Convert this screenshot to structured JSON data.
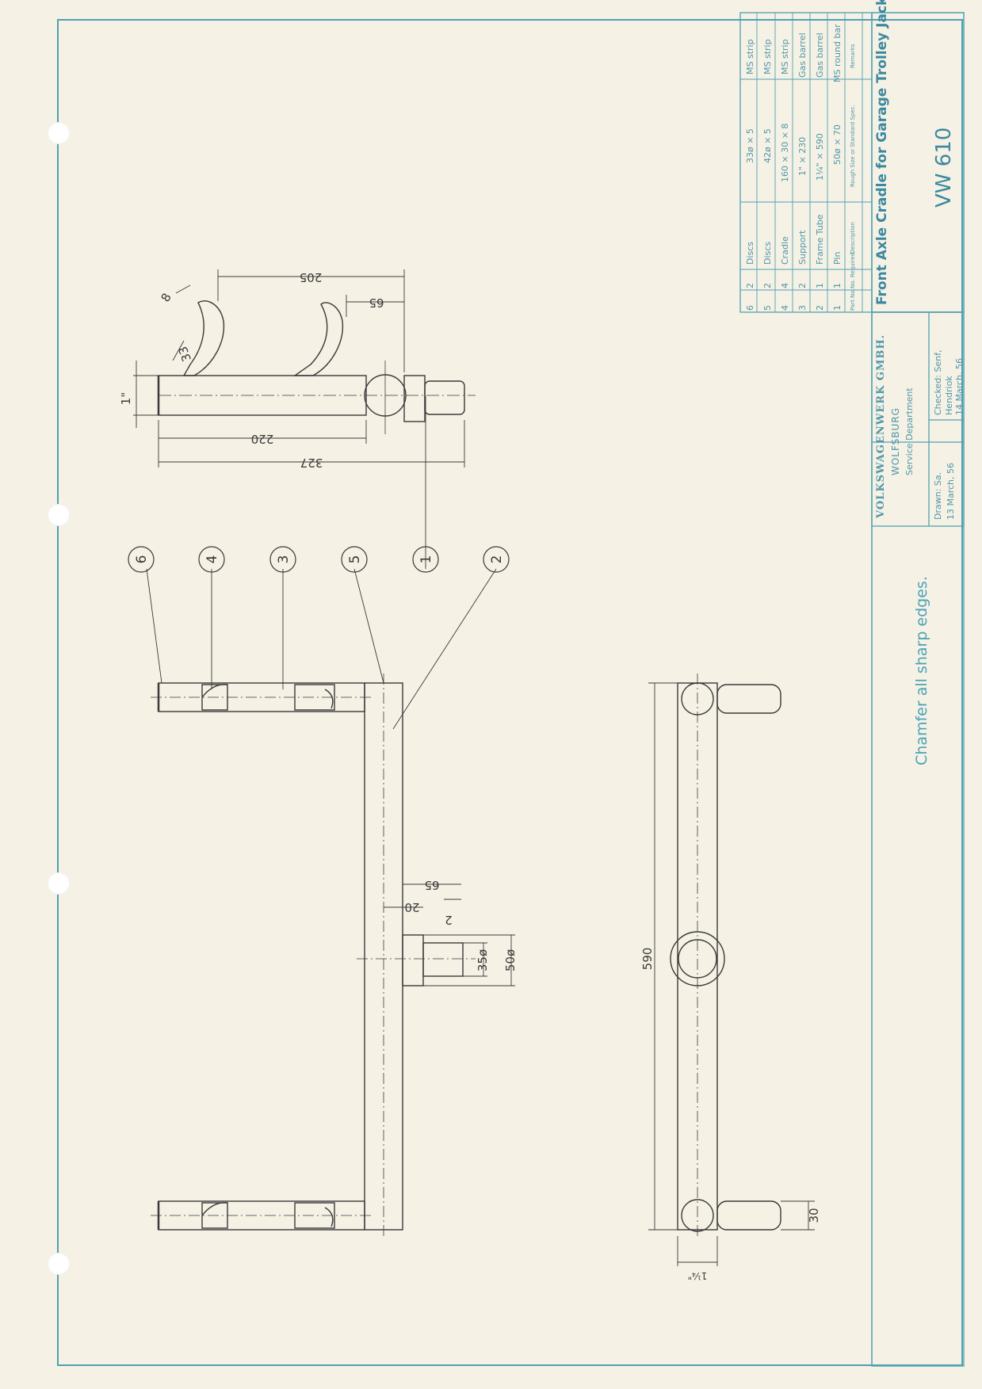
{
  "title_block": {
    "company": "VOLKSWAGENWERK GMBH.",
    "city": "WOLFSBURG",
    "department": "Service Department",
    "drawn_label": "Drawn: Sa.",
    "drawn_date": "13 March, 56",
    "checked_label": "Checked: Senf,",
    "checked_name": "Hendriok",
    "checked_date": "14 March, 56",
    "drawing_title": "Front Axle Cradle for Garage Trolley Jack",
    "drawing_number": "VW 610"
  },
  "parts_list": {
    "headers": {
      "part_no": "Part No.",
      "no_required": "No. Required",
      "description": "Description",
      "size": "Rough Size or Standard Spec.",
      "remarks": "Remarks"
    },
    "rows": [
      {
        "part": "6",
        "qty": "2",
        "desc": "Discs",
        "size": "33ø × 5",
        "remarks": "MS strip"
      },
      {
        "part": "5",
        "qty": "2",
        "desc": "Discs",
        "size": "42ø × 5",
        "remarks": "MS strip"
      },
      {
        "part": "4",
        "qty": "4",
        "desc": "Cradle",
        "size": "160 × 30 × 8",
        "remarks": "MS strip"
      },
      {
        "part": "3",
        "qty": "2",
        "desc": "Support",
        "size": "1\" × 230",
        "remarks": "Gas barrel"
      },
      {
        "part": "2",
        "qty": "1",
        "desc": "Frame Tube",
        "size": "1¼\" × 590",
        "remarks": "Gas barrel"
      },
      {
        "part": "1",
        "qty": "1",
        "desc": "Pin",
        "size": "50ø × 70",
        "remarks": "MS round bar"
      }
    ]
  },
  "note": "Chamfer all sharp edges.",
  "balloons": [
    "6",
    "4",
    "3",
    "5",
    "1",
    "2"
  ],
  "dimensions": {
    "d205": "205",
    "d65_top": "65",
    "d8": "8",
    "d33": "33",
    "d1in": "1\"",
    "d220": "220",
    "d327": "327",
    "d65_mid": "65",
    "d20": "20",
    "d2": "2",
    "d35": "35ø",
    "d50": "50ø",
    "d590": "590",
    "d30": "30",
    "d114": "1¼\""
  },
  "colors": {
    "paper": "#f5f1e4",
    "border": "#4fa1b3",
    "ink": "#3a3a3a",
    "print_blue": "#4f97ab"
  }
}
